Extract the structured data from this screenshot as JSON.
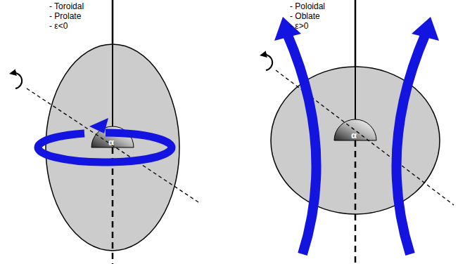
{
  "diagram": {
    "labels": [
      "- Toroidal",
      "- Prolate",
      "- ε<0",
      "- Poloidal",
      "- Oblate",
      "- ε>0",
      "α",
      "α"
    ]
  }
}
